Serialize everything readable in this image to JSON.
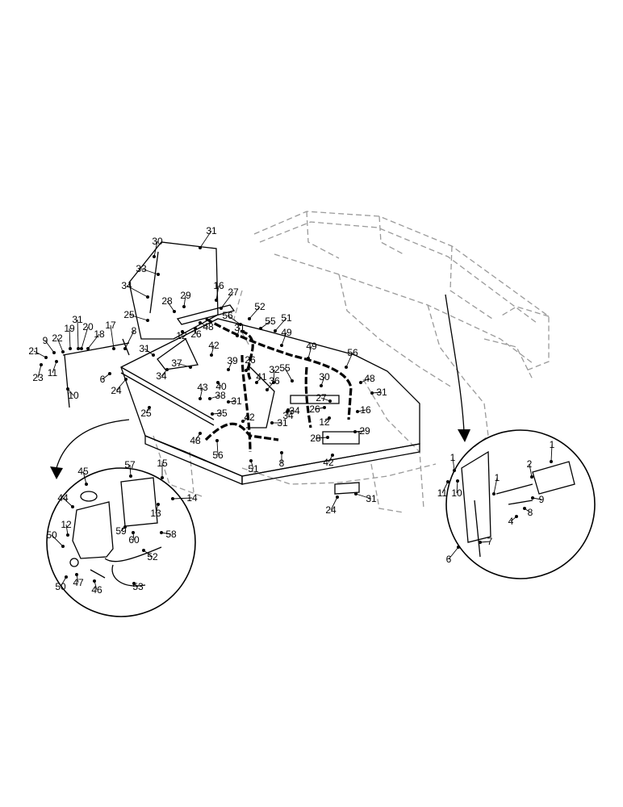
{
  "diagram": {
    "callouts": {
      "main": [
        "30",
        "31",
        "33",
        "34",
        "16",
        "27",
        "28",
        "29",
        "52",
        "56",
        "55",
        "48",
        "12",
        "26",
        "25",
        "31",
        "19",
        "20",
        "18",
        "17",
        "8",
        "9",
        "22",
        "21",
        "23",
        "11",
        "10",
        "6",
        "24",
        "31",
        "34",
        "37",
        "42",
        "39",
        "31",
        "51",
        "26",
        "40",
        "41",
        "36",
        "32",
        "34",
        "55",
        "49",
        "49",
        "56",
        "48",
        "31",
        "30",
        "27",
        "26",
        "16",
        "12",
        "29",
        "28",
        "42",
        "43",
        "38",
        "31",
        "34",
        "35",
        "25",
        "42",
        "31",
        "48",
        "56",
        "51",
        "8",
        "24",
        "31"
      ],
      "left_inset": [
        "57",
        "15",
        "45",
        "14",
        "44",
        "13",
        "12",
        "59",
        "60",
        "58",
        "50",
        "52",
        "50",
        "47",
        "46",
        "53"
      ],
      "right_inset": [
        "1",
        "1",
        "11",
        "10",
        "1",
        "2",
        "9",
        "8",
        "4",
        "7",
        "6"
      ]
    }
  }
}
